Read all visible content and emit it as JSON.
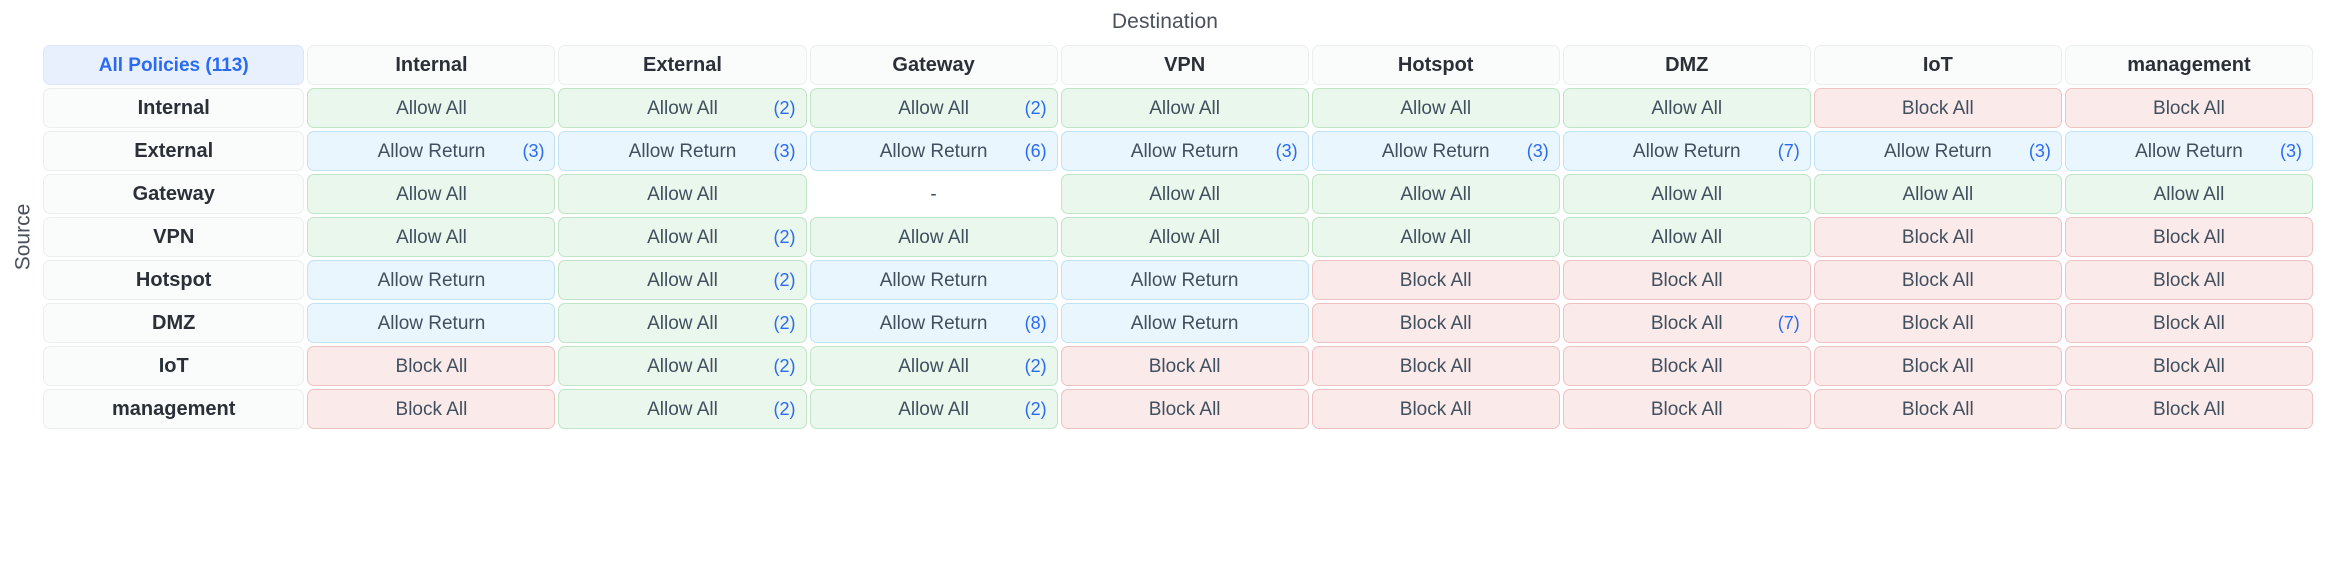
{
  "header": {
    "destination_label": "Destination",
    "source_label": "Source",
    "all_policies_label": "All Policies (113)"
  },
  "colors": {
    "accent": "#2a6bf2",
    "allow_bg": "#eaf7ec",
    "allow_border": "#bfe4c6",
    "return_bg": "#eaf6fd",
    "return_border": "#bfe2f5",
    "block_bg": "#fbeaea",
    "block_border": "#efc2c2",
    "head_bg": "#fafbfb",
    "corner_bg": "#e8f0fe"
  },
  "columns": [
    "Internal",
    "External",
    "Gateway",
    "VPN",
    "Hotspot",
    "DMZ",
    "IoT",
    "management"
  ],
  "rows": [
    "Internal",
    "External",
    "Gateway",
    "VPN",
    "Hotspot",
    "DMZ",
    "IoT",
    "management"
  ],
  "legend": {
    "allow": "Allow All",
    "allow_return": "Allow Return",
    "block": "Block All",
    "none": "-"
  },
  "matrix": [
    {
      "source": "Internal",
      "cells": [
        {
          "label": "Allow All",
          "type": "allow",
          "count": ""
        },
        {
          "label": "Allow All",
          "type": "allow",
          "count": "(2)"
        },
        {
          "label": "Allow All",
          "type": "allow",
          "count": "(2)"
        },
        {
          "label": "Allow All",
          "type": "allow",
          "count": ""
        },
        {
          "label": "Allow All",
          "type": "allow",
          "count": ""
        },
        {
          "label": "Allow All",
          "type": "allow",
          "count": ""
        },
        {
          "label": "Block All",
          "type": "block",
          "count": ""
        },
        {
          "label": "Block All",
          "type": "block",
          "count": ""
        }
      ]
    },
    {
      "source": "External",
      "cells": [
        {
          "label": "Allow Return",
          "type": "ret",
          "count": "(3)"
        },
        {
          "label": "Allow Return",
          "type": "ret",
          "count": "(3)"
        },
        {
          "label": "Allow Return",
          "type": "ret",
          "count": "(6)"
        },
        {
          "label": "Allow Return",
          "type": "ret",
          "count": "(3)"
        },
        {
          "label": "Allow Return",
          "type": "ret",
          "count": "(3)"
        },
        {
          "label": "Allow Return",
          "type": "ret",
          "count": "(7)"
        },
        {
          "label": "Allow Return",
          "type": "ret",
          "count": "(3)"
        },
        {
          "label": "Allow Return",
          "type": "ret",
          "count": "(3)"
        }
      ]
    },
    {
      "source": "Gateway",
      "cells": [
        {
          "label": "Allow All",
          "type": "allow",
          "count": ""
        },
        {
          "label": "Allow All",
          "type": "allow",
          "count": ""
        },
        {
          "label": "-",
          "type": "empty",
          "count": ""
        },
        {
          "label": "Allow All",
          "type": "allow",
          "count": ""
        },
        {
          "label": "Allow All",
          "type": "allow",
          "count": ""
        },
        {
          "label": "Allow All",
          "type": "allow",
          "count": ""
        },
        {
          "label": "Allow All",
          "type": "allow",
          "count": ""
        },
        {
          "label": "Allow All",
          "type": "allow",
          "count": ""
        }
      ]
    },
    {
      "source": "VPN",
      "cells": [
        {
          "label": "Allow All",
          "type": "allow",
          "count": ""
        },
        {
          "label": "Allow All",
          "type": "allow",
          "count": "(2)"
        },
        {
          "label": "Allow All",
          "type": "allow",
          "count": ""
        },
        {
          "label": "Allow All",
          "type": "allow",
          "count": ""
        },
        {
          "label": "Allow All",
          "type": "allow",
          "count": ""
        },
        {
          "label": "Allow All",
          "type": "allow",
          "count": ""
        },
        {
          "label": "Block All",
          "type": "block",
          "count": ""
        },
        {
          "label": "Block All",
          "type": "block",
          "count": ""
        }
      ]
    },
    {
      "source": "Hotspot",
      "cells": [
        {
          "label": "Allow Return",
          "type": "ret",
          "count": ""
        },
        {
          "label": "Allow All",
          "type": "allow",
          "count": "(2)"
        },
        {
          "label": "Allow Return",
          "type": "ret",
          "count": ""
        },
        {
          "label": "Allow Return",
          "type": "ret",
          "count": ""
        },
        {
          "label": "Block All",
          "type": "block",
          "count": ""
        },
        {
          "label": "Block All",
          "type": "block",
          "count": ""
        },
        {
          "label": "Block All",
          "type": "block",
          "count": ""
        },
        {
          "label": "Block All",
          "type": "block",
          "count": ""
        }
      ]
    },
    {
      "source": "DMZ",
      "cells": [
        {
          "label": "Allow Return",
          "type": "ret",
          "count": ""
        },
        {
          "label": "Allow All",
          "type": "allow",
          "count": "(2)"
        },
        {
          "label": "Allow Return",
          "type": "ret",
          "count": "(8)"
        },
        {
          "label": "Allow Return",
          "type": "ret",
          "count": ""
        },
        {
          "label": "Block All",
          "type": "block",
          "count": ""
        },
        {
          "label": "Block All",
          "type": "block",
          "count": "(7)"
        },
        {
          "label": "Block All",
          "type": "block",
          "count": ""
        },
        {
          "label": "Block All",
          "type": "block",
          "count": ""
        }
      ]
    },
    {
      "source": "IoT",
      "cells": [
        {
          "label": "Block All",
          "type": "block",
          "count": ""
        },
        {
          "label": "Allow All",
          "type": "allow",
          "count": "(2)"
        },
        {
          "label": "Allow All",
          "type": "allow",
          "count": "(2)"
        },
        {
          "label": "Block All",
          "type": "block",
          "count": ""
        },
        {
          "label": "Block All",
          "type": "block",
          "count": ""
        },
        {
          "label": "Block All",
          "type": "block",
          "count": ""
        },
        {
          "label": "Block All",
          "type": "block",
          "count": ""
        },
        {
          "label": "Block All",
          "type": "block",
          "count": ""
        }
      ]
    },
    {
      "source": "management",
      "cells": [
        {
          "label": "Block All",
          "type": "block",
          "count": ""
        },
        {
          "label": "Allow All",
          "type": "allow",
          "count": "(2)"
        },
        {
          "label": "Allow All",
          "type": "allow",
          "count": "(2)"
        },
        {
          "label": "Block All",
          "type": "block",
          "count": ""
        },
        {
          "label": "Block All",
          "type": "block",
          "count": ""
        },
        {
          "label": "Block All",
          "type": "block",
          "count": ""
        },
        {
          "label": "Block All",
          "type": "block",
          "count": ""
        },
        {
          "label": "Block All",
          "type": "block",
          "count": ""
        }
      ]
    }
  ]
}
